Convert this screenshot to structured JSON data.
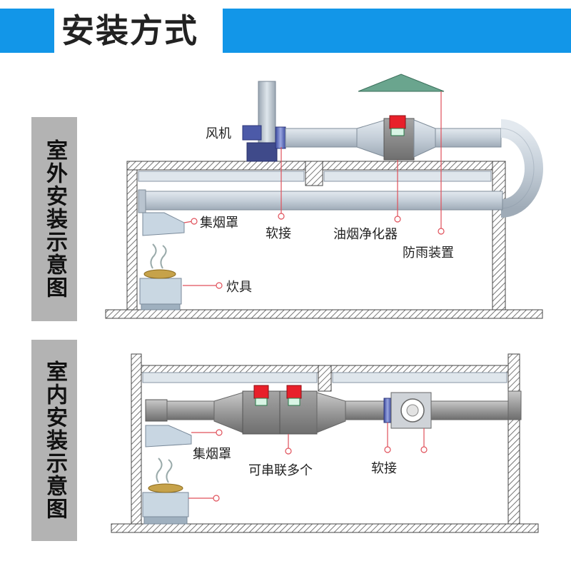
{
  "header": {
    "title": "安装方式",
    "accent_color": "#1296e8"
  },
  "outdoor": {
    "side_label": "室外安装示意图",
    "labels": {
      "fan": "风机",
      "hood": "集烟罩",
      "flex_joint": "软接",
      "purifier": "油烟净化器",
      "rain_cap": "防雨装置",
      "stove": "炊具"
    }
  },
  "indoor": {
    "side_label": "室内安装示意图",
    "labels": {
      "hood": "集烟罩",
      "series": "可串联多个",
      "flex_joint": "软接"
    }
  },
  "colors": {
    "duct": "#c2cdd8",
    "purifier": "#8c8c8c",
    "filter_red": "#e8202a",
    "marker": "#e0505a",
    "hatch": "#555555",
    "side_panel": "#b3b3b3"
  }
}
